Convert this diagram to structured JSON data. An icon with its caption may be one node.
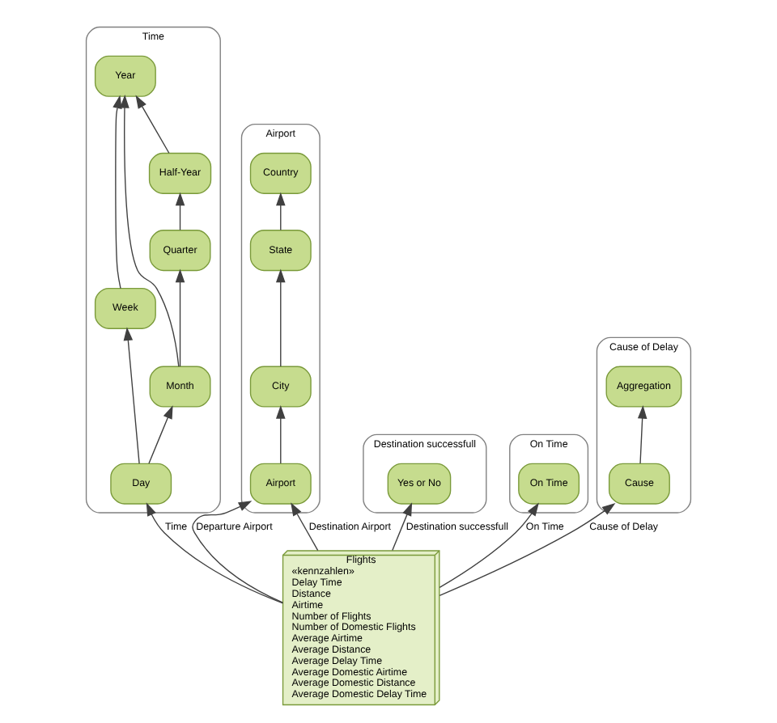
{
  "diagram": {
    "nodes": [
      {
        "text": [
          "Time"
        ]
      },
      {
        "text": [
          "Year"
        ],
        "in": 0
      },
      {
        "text": [
          "Half-Year"
        ],
        "in": 0
      },
      {
        "text": [
          "Week"
        ],
        "in": 0
      },
      {
        "text": [
          "Quarter"
        ],
        "in": 0
      },
      {
        "text": [
          "Month"
        ],
        "in": 0
      },
      {
        "text": [
          "Day"
        ],
        "in": 0
      },
      {
        "text": [
          "Airport"
        ]
      },
      {
        "text": [
          "Country"
        ],
        "in": 7
      },
      {
        "text": [
          "State"
        ],
        "in": 7
      },
      {
        "text": [
          "City"
        ],
        "in": 7
      },
      {
        "text": [
          "Airport"
        ],
        "in": 7
      },
      {
        "text": [
          "Destination successfull"
        ]
      },
      {
        "text": [
          "Yes or No"
        ],
        "in": 12
      },
      {
        "text": [
          "Flights",
          "«kennzahlen»",
          "Delay Time",
          "Distance",
          "Airtime",
          "Number of Flights",
          "Number of Domestic Flights",
          "Average Airtime",
          "Average Distance",
          "Average Delay Time",
          "Average Domestic Airtime",
          "Average Domestic Distance",
          "Average Domestic Delay Time"
        ]
      },
      {
        "text": [
          "On Time"
        ]
      },
      {
        "text": [
          "On Time"
        ],
        "in": 15
      },
      {
        "text": [
          "Cause of Delay"
        ]
      },
      {
        "text": [
          "Aggregation"
        ],
        "in": 17
      },
      {
        "text": [
          "Cause"
        ],
        "in": 17
      }
    ],
    "edges": [
      {
        "from": 2,
        "to": 1,
        "arrow": "to"
      },
      {
        "from": 3,
        "to": 1,
        "arrow": "to"
      },
      {
        "from": 5,
        "to": 1,
        "arrow": "to"
      },
      {
        "from": 4,
        "to": 2,
        "arrow": "to"
      },
      {
        "from": 5,
        "to": 4,
        "arrow": "to"
      },
      {
        "from": 6,
        "to": 5,
        "arrow": "to"
      },
      {
        "from": 6,
        "to": 3,
        "arrow": "to"
      },
      {
        "from": 9,
        "to": 8,
        "arrow": "to"
      },
      {
        "from": 10,
        "to": 9,
        "arrow": "to"
      },
      {
        "from": 11,
        "to": 10,
        "arrow": "to"
      },
      {
        "from": 14,
        "to": 11,
        "arrow": "to",
        "label": "Departure Airport"
      },
      {
        "from": 14,
        "to": 11,
        "arrow": "to",
        "label": "Destination Airport"
      },
      {
        "from": 14,
        "to": 13,
        "arrow": "to",
        "label": "Destination successfull"
      },
      {
        "from": 14,
        "to": 6,
        "arrow": "to",
        "label": "Time"
      },
      {
        "from": 14,
        "to": 16,
        "arrow": "to",
        "label": "On Time"
      },
      {
        "from": 14,
        "to": 19,
        "arrow": "to",
        "label": "Cause of Delay"
      },
      {
        "from": 19,
        "to": 18,
        "arrow": "to"
      }
    ]
  }
}
